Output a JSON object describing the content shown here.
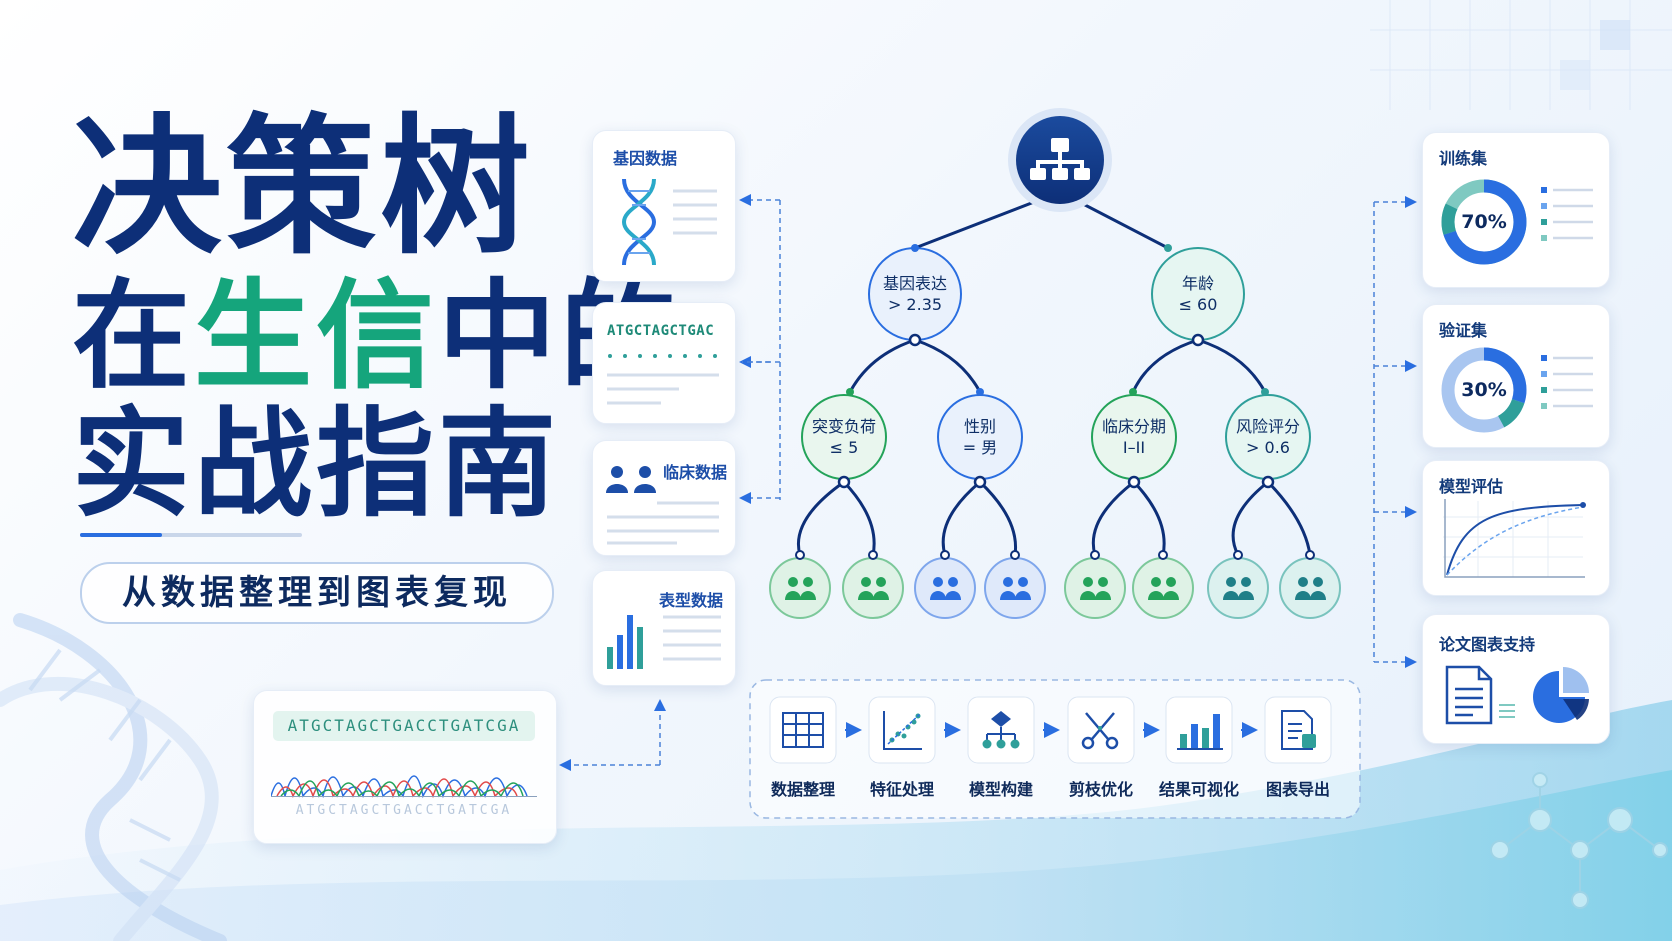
{
  "title": {
    "line1": "决策树",
    "line2_pre": "在",
    "line2_accent": "生信",
    "line2_post": "中的",
    "line3": "实战指南"
  },
  "subtitle": "从数据整理到图表复现",
  "data_cards": {
    "gene": "基因数据",
    "sequence": "ATGCTAGCTGAC",
    "clinical": "临床数据",
    "table": "表型数据"
  },
  "chromatogram": {
    "sequence_top": "ATGCTAGCTGACCTGATCGA",
    "sequence_bottom": "ATGCTAGCTGACCTGATCGA"
  },
  "tree": {
    "root_icon": "hierarchy-icon",
    "level1": [
      {
        "line1": "基因表达",
        "line2": "> 2.35"
      },
      {
        "line1": "年龄",
        "line2": "≤ 60"
      }
    ],
    "level2": [
      {
        "line1": "突变负荷",
        "line2": "≤ 5"
      },
      {
        "line1": "性别",
        "line2": "= 男"
      },
      {
        "line1": "临床分期",
        "line2": "I–II"
      },
      {
        "line1": "风险评分",
        "line2": "> 0.6"
      }
    ],
    "leaf_icon": "people-icon"
  },
  "pipeline": {
    "steps": [
      "数据整理",
      "特征处理",
      "模型构建",
      "剪枝优化",
      "结果可视化",
      "图表导出"
    ]
  },
  "result_cards": {
    "train": {
      "title": "训练集",
      "value_label": "70%",
      "value": 70
    },
    "valid": {
      "title": "验证集",
      "value_label": "30%",
      "value": 30
    },
    "eval": {
      "title": "模型评估"
    },
    "paper": {
      "title": "论文图表支持"
    }
  },
  "colors": {
    "navy": "#0d2f78",
    "green": "#15a57c",
    "blue": "#2a6ee0",
    "teal": "#2f9f9a"
  }
}
